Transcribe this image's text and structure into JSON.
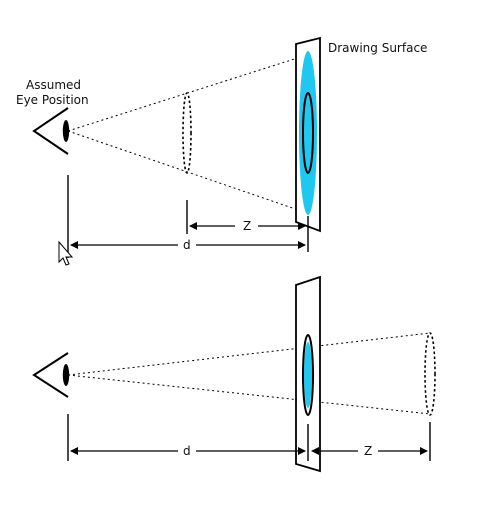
{
  "labels": {
    "drawing_surface": "Drawing Surface",
    "assumed_eye_line1": "Assumed",
    "assumed_eye_line2": "Eye Position",
    "z_top": "Z",
    "d_top": "d",
    "d_bottom": "d",
    "z_bottom": "Z"
  },
  "colors": {
    "stroke": "#000000",
    "projection_fill": "#1ec8f0",
    "background": "#ffffff"
  },
  "icons": {
    "eye": "eye-icon",
    "cursor": "mouse-pointer-icon"
  }
}
